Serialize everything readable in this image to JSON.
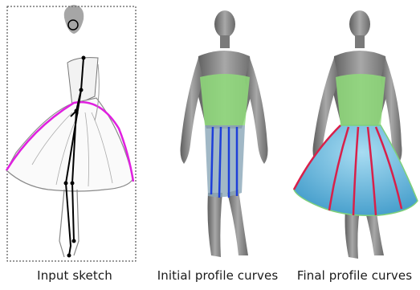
{
  "figure": {
    "captions": {
      "input_sketch": "Input sketch",
      "initial_profile_curves": "Initial profile curves",
      "final_profile_curves": "Final profile curves"
    },
    "colors": {
      "sketch_frame": "#333333",
      "skirt_hem_highlight": "#e020e0",
      "skeleton": "#000000",
      "bodice_fill": "#8fdc7a",
      "initial_profile_curve": "#1e3fd8",
      "final_skirt_fill": "#58b6e0",
      "final_profile_curve": "#d8204a",
      "mannequin": "#8a8a8a"
    }
  }
}
